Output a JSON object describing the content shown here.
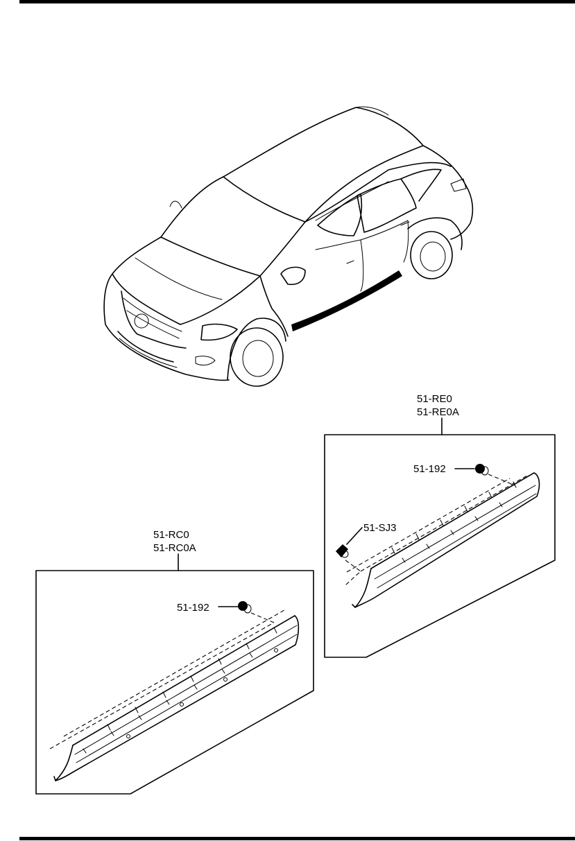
{
  "labels": {
    "assembly_rear": [
      "51-RE0",
      "51-RE0A"
    ],
    "assembly_front": [
      "51-RC0",
      "51-RC0A"
    ],
    "clip_rear": "51-192",
    "fastener_rear": "51-SJ3",
    "clip_front": "51-192"
  },
  "colors": {
    "ink": "#000000",
    "paper": "#ffffff"
  },
  "icons": {
    "vehicle": "suv-illustration",
    "garnish": "side-sill-garnish",
    "clip": "retainer-clip-icon",
    "fastener": "push-fastener-icon"
  }
}
